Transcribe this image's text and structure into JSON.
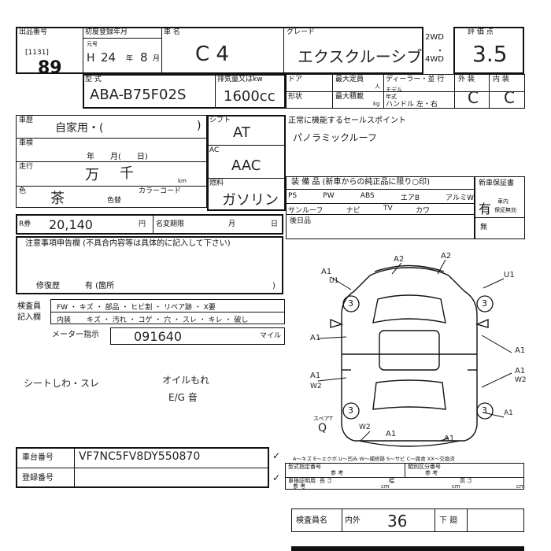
{
  "header": {
    "lot_no_label": "出品番号",
    "lot_code": "[1131]",
    "lot_no": "89",
    "first_reg_label": "初度登録年月",
    "era_label": "元号",
    "era": "H",
    "reg_year": "24",
    "year_unit": "年",
    "reg_month": "8",
    "month_unit": "月",
    "car_name_label": "車 名",
    "car_name": "C 4",
    "grade_label": "グレード",
    "grade": "エクスクルーシブ",
    "drive_2wd": "2WD",
    "drive_4wd": "4WD",
    "score_label": "評 価 点",
    "score": "3.5"
  },
  "spec": {
    "model_label": "型 式",
    "model": "ABA-B75F02S",
    "displacement_label": "排気量又はkw",
    "displacement": "1600cc",
    "door_label": "ドア",
    "shape_label": "形状",
    "capacity_label": "最大定員",
    "capacity_unit": "人",
    "max_load_label": "最大積載",
    "max_load_unit": "kg",
    "dealer_label": "ディーラー・並 行",
    "model_year_label": "モデル 年式",
    "handle_label": "ハンドル 左・右",
    "exterior_label": "外 装",
    "interior_label": "内 装",
    "exterior_grade": "C",
    "interior_grade": "C"
  },
  "history": {
    "usage_label": "車歴",
    "usage_value": "自家用・(",
    "usage_close": ")",
    "inspection_label": "車検",
    "inspection_value": "年　　月(　　日)",
    "mileage_label": "走行",
    "mileage_man": "万",
    "mileage_sen": "千",
    "mileage_unit": "km",
    "color_label": "色",
    "color_value": "茶",
    "color_change_label": "色替",
    "color_code_label": "カラーコード",
    "shift_label": "シフト",
    "shift_value": "AT",
    "ac_label": "AC",
    "ac_value": "AAC",
    "fuel_label": "燃料",
    "fuel_value": "ガソリン"
  },
  "selling_points": {
    "title": "正常に機能するセールスポイント",
    "value": "パノラミックルーフ"
  },
  "tax": {
    "r_label": "R券",
    "r_value": "20,140",
    "r_unit": "円",
    "transfer_label": "名変期限",
    "month_label": "月",
    "day_label": "日"
  },
  "equipment": {
    "title": "装 備 品 (新車からの純正品に限り○印)",
    "items_row1": [
      "PS",
      "PW",
      "ABS",
      "エアB",
      "アルミW"
    ],
    "items_row2": [
      "サンルーフ",
      "ナビ",
      "TV",
      "カワ"
    ],
    "rear_seat_label": "後日品",
    "warranty_title": "新車保証書",
    "warranty_yes": "有",
    "warranty_note1": "車内",
    "warranty_note2": "保証無効",
    "warranty_no": "無"
  },
  "notes": {
    "title": "注意事項申告欄 (不具合内容等は具体的に記入して下さい)",
    "repair_label": "修復歴",
    "repair_value": "有 (箇所",
    "repair_close": ")"
  },
  "inspector_notes": {
    "label1": "検査員",
    "label2": "記入欄",
    "row1": "FW ・ キズ ・ 部品 ・ ヒビ割 ・ リペア跡 ・ X要",
    "row2_label": "内装",
    "row2": "キズ ・ 汚れ ・ コゲ ・ 穴 ・ スレ ・ キレ ・ 破し",
    "meter_label": "メーター指示",
    "meter_value": "091640",
    "meter_unit": "マイル",
    "hw_note1": "シートしわ・スレ",
    "hw_note2": "オイルもれ",
    "hw_note3": "E/G 音"
  },
  "diagram": {
    "marks": [
      "A2",
      "A2",
      "A1",
      "U1",
      "U1",
      "3",
      "3",
      "A1",
      "A1",
      "3",
      "3",
      "A1",
      "A1",
      "W2",
      "W2",
      "A1",
      "A1",
      "W2",
      "A1"
    ],
    "spare_label": "スペアT",
    "spare_mark": "Q"
  },
  "legend": {
    "text": "A〜キズ E〜エクボ U〜凹み W〜補修跡 S〜サビ C〜腐食 XX〜交換済"
  },
  "bottom": {
    "chassis_label": "車台番号",
    "chassis_value": "VF7NC5FV8DY550870",
    "reg_no_label": "登録番号",
    "check_mark": "✓",
    "doc_label1": "型式指定番号",
    "doc_label2": "類別区分番号",
    "ref_label": "参 考",
    "cert_label": "車検証明用",
    "length_label": "長 さ",
    "width_label": "幅",
    "height_label": "高 さ",
    "cm": "cm",
    "inspector_name_label": "検査員名",
    "inout_label": "内外",
    "inspector_value": "36",
    "lower_label": "下 廻"
  }
}
